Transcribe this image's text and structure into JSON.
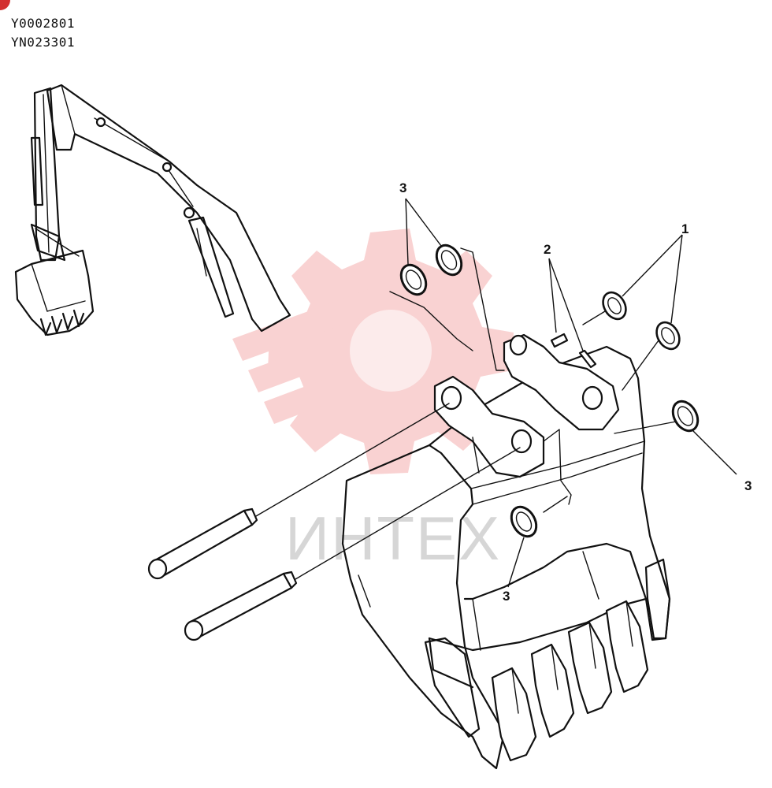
{
  "header": {
    "codes": [
      "Y0002801",
      "YN023301"
    ]
  },
  "watermark": {
    "text": "ИНТЕХ",
    "color": "#e53935"
  },
  "callouts": {
    "c1": "1",
    "c2": "2",
    "c3a": "3",
    "c3b": "3",
    "c3c": "3"
  }
}
